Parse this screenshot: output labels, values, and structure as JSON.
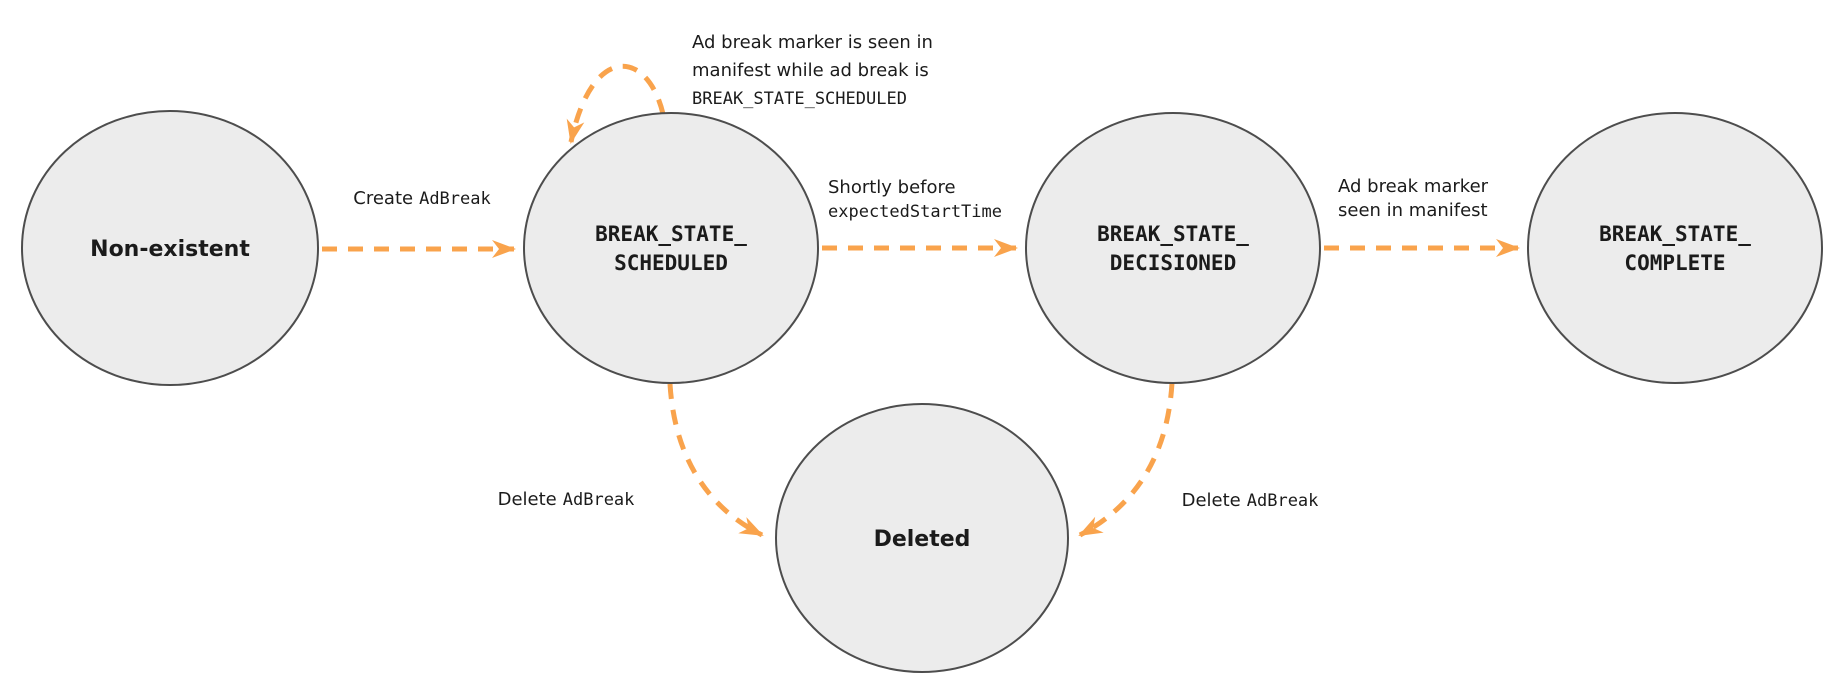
{
  "colors": {
    "arrow_orange": "#F9A34C",
    "node_fill": "#ECECEC",
    "node_stroke": "#4D4D4D",
    "text_color": "#1B1B1B"
  },
  "states": {
    "non_existent": {
      "label": "Non-existent"
    },
    "scheduled": {
      "line1": "BREAK_STATE_",
      "line2": "SCHEDULED"
    },
    "decisioned": {
      "line1": "BREAK_STATE_",
      "line2": "DECISIONED"
    },
    "complete": {
      "line1": "BREAK_STATE_",
      "line2": "COMPLETE"
    },
    "deleted": {
      "label": "Deleted"
    }
  },
  "transitions": {
    "create": {
      "action": "Create",
      "code": "AdBreak"
    },
    "self_loop": {
      "line1": "Ad break marker is seen in",
      "line2": "manifest while ad break is",
      "code": "BREAK_STATE_SCHEDULED"
    },
    "to_decisioned": {
      "line1": "Shortly before",
      "code": "expectedStartTime"
    },
    "to_complete": {
      "line1": "Ad break marker",
      "line2": "seen in manifest"
    },
    "delete_from_scheduled": {
      "action": "Delete",
      "code": "AdBreak"
    },
    "delete_from_decisioned": {
      "action": "Delete",
      "code": "AdBreak"
    }
  }
}
